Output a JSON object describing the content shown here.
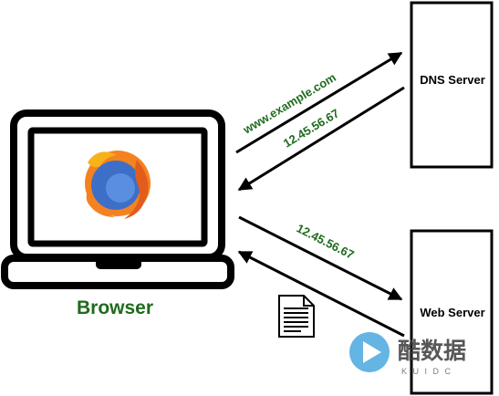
{
  "client": {
    "label": "Browser"
  },
  "servers": {
    "dns": {
      "label": "DNS Server"
    },
    "web": {
      "label": "Web Server"
    }
  },
  "messages": {
    "dns_query": "www.example.com",
    "dns_reply": "12.45.56.67",
    "web_request": "12.45.56.67"
  },
  "watermark": {
    "text": "酷数据",
    "sub": "K U I D C"
  },
  "colors": {
    "label_green": "#1e6b1e",
    "stroke": "#000000",
    "firefox_orange": "#f58220",
    "firefox_blue": "#3d6fc8",
    "watermark_blue": "#4aa8e0"
  },
  "icons": [
    "laptop-icon",
    "firefox-logo-icon",
    "document-icon",
    "watermark-play-icon"
  ]
}
